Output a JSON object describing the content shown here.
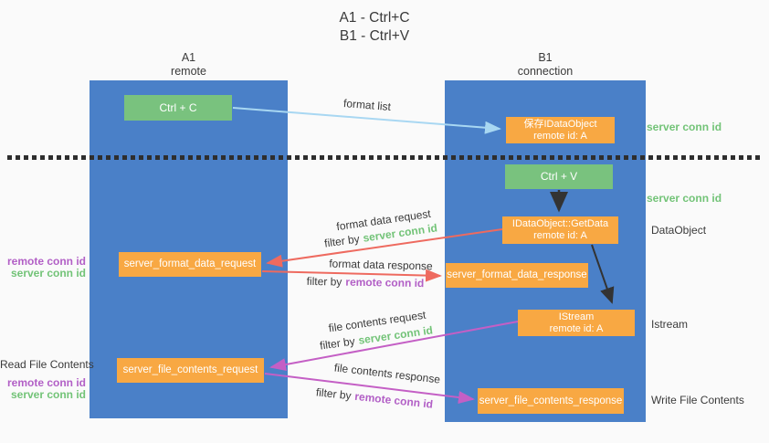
{
  "title": {
    "line1": "A1 - Ctrl+C",
    "line2": "B1 - Ctrl+V"
  },
  "columns": {
    "a1": {
      "name": "A1",
      "subtitle": "remote"
    },
    "b1": {
      "name": "B1",
      "subtitle": "connection"
    }
  },
  "nodes": {
    "ctrl_c": {
      "label": "Ctrl + C"
    },
    "save_dataobject": {
      "line1": "保存IDataObject",
      "line2": "remote id: A"
    },
    "ctrl_v": {
      "label": "Ctrl + V"
    },
    "getdata": {
      "line1": "IDataObject::GetData",
      "line2": "remote id: A"
    },
    "format_request": {
      "label": "server_format_data_request"
    },
    "format_response": {
      "label": "server_format_data_response"
    },
    "istream": {
      "line1": "IStream",
      "line2": "remote id: A"
    },
    "file_request": {
      "label": "server_file_contents_request"
    },
    "file_response": {
      "label": "server_file_contents_response"
    }
  },
  "arrows": {
    "format_list": {
      "label": "format list"
    },
    "format_request": {
      "label": "format data request",
      "filter_prefix": "filter by",
      "filter_value": "server conn id"
    },
    "format_response": {
      "label": "format data response",
      "filter_prefix": "filter by",
      "filter_value": "remote conn id"
    },
    "file_request": {
      "label": "file contents request",
      "filter_prefix": "filter by",
      "filter_value": "server conn id"
    },
    "file_response": {
      "label": "file contents response",
      "filter_prefix": "filter by",
      "filter_value": "remote conn id"
    }
  },
  "side_labels": {
    "server_conn_top": "server conn id",
    "server_conn_mid": "server conn id",
    "dataobject": "DataObject",
    "istream": "Istream",
    "write_file_contents": "Write File Contents",
    "read_file_contents": "Read File Contents",
    "left_remote_conn_1": "remote conn id",
    "left_server_conn_1": "server conn id",
    "left_remote_conn_2": "remote conn id",
    "left_server_conn_2": "server conn id"
  },
  "colors": {
    "column_blue": "#4a80c8",
    "node_green": "#79c27e",
    "node_orange": "#f8a843",
    "arrow_lightblue": "#a8d7f2",
    "arrow_red": "#ee6a5f",
    "arrow_magenta": "#c45fc5",
    "arrow_black": "#333333",
    "text_green": "#72c377",
    "text_purple": "#b25fc6",
    "text_dark": "#3a3a3a",
    "background": "#fafafa"
  }
}
